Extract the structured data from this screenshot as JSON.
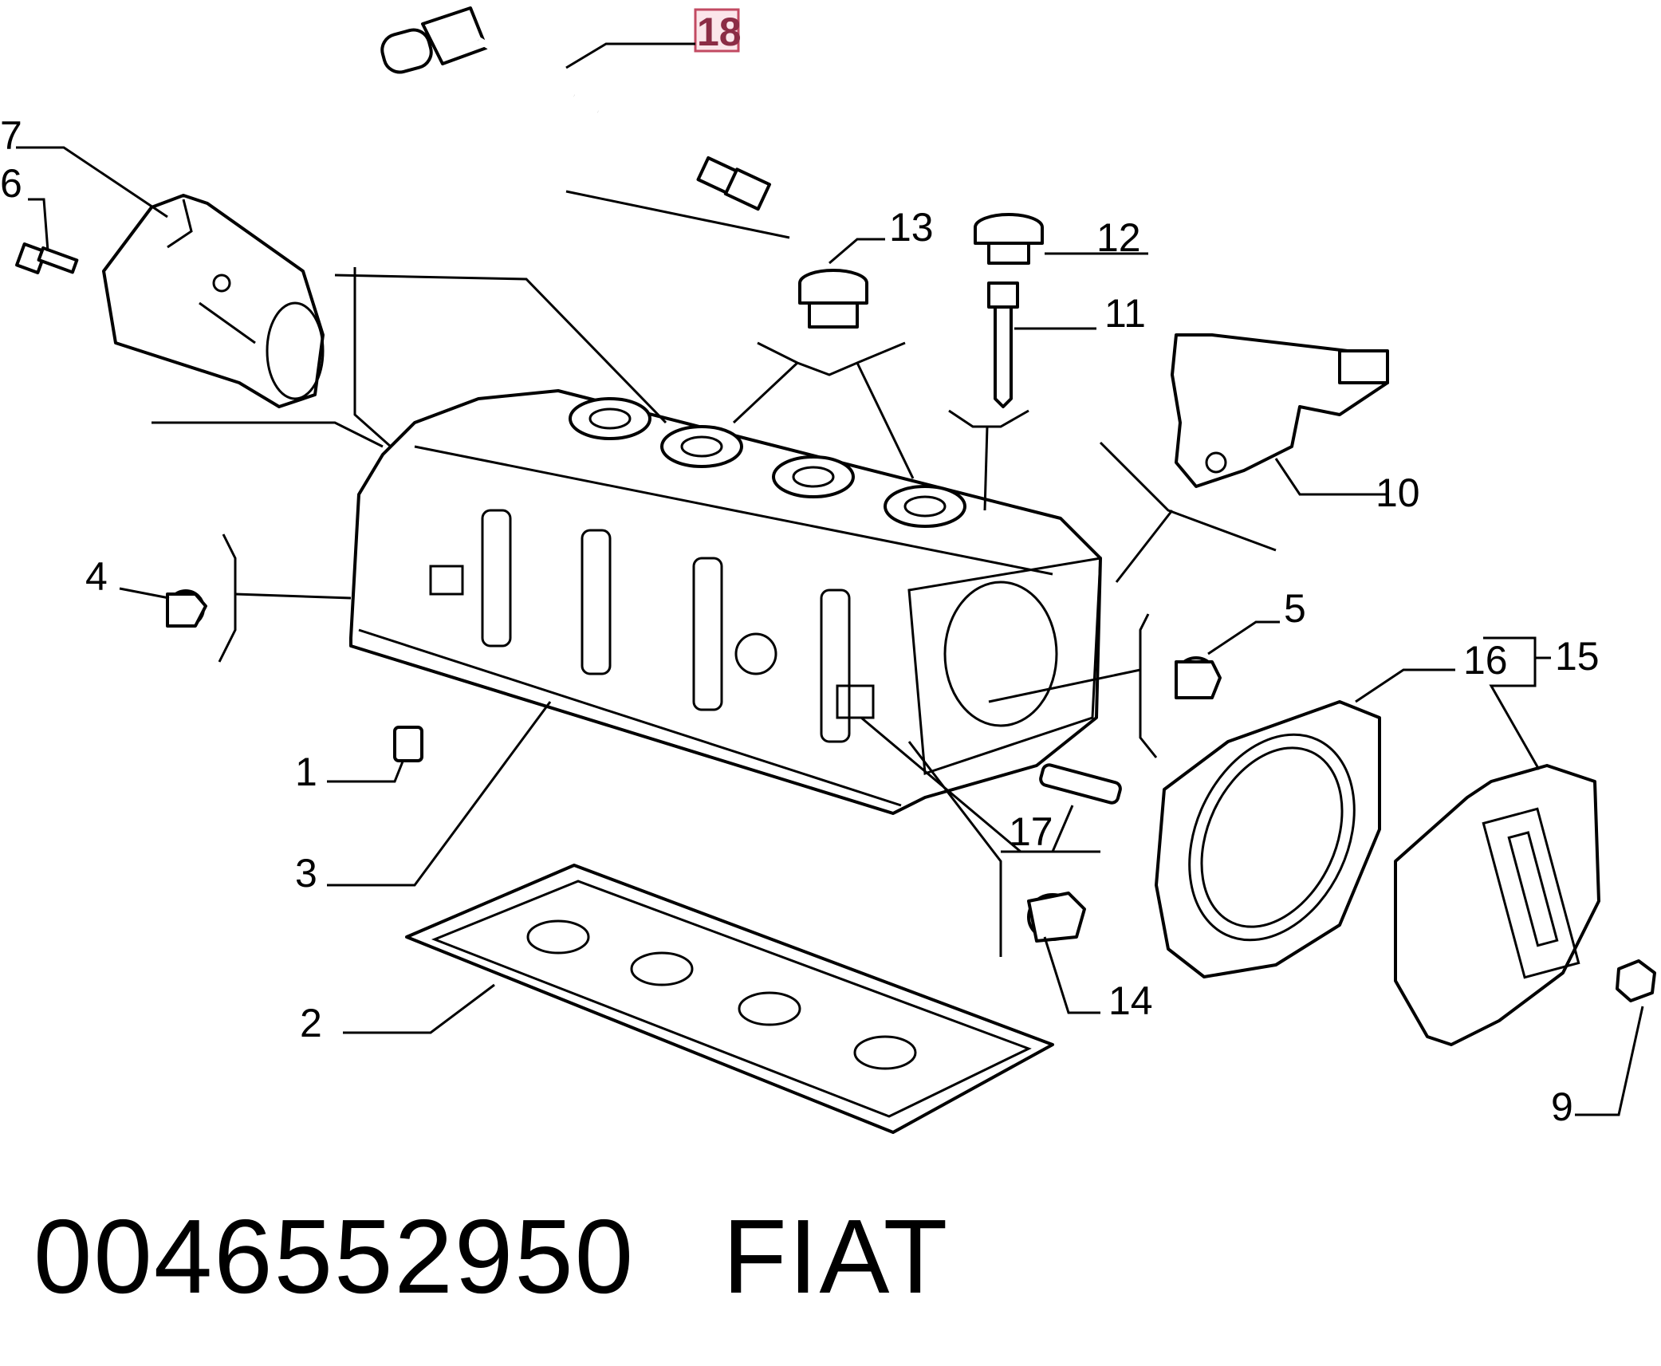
{
  "callouts": {
    "c1": "1",
    "c2": "2",
    "c3": "3",
    "c4": "4",
    "c5": "5",
    "c6": "6",
    "c7": "7",
    "c9": "9",
    "c10": "10",
    "c11": "11",
    "c12": "12",
    "c13": "13",
    "c14": "14",
    "c15": "15",
    "c16": "16",
    "c17": "17",
    "c18": "18"
  },
  "highlighted_callout": "18",
  "highlight_color": "#8b2d45",
  "part_number": "0046552950",
  "brand": "FIAT"
}
